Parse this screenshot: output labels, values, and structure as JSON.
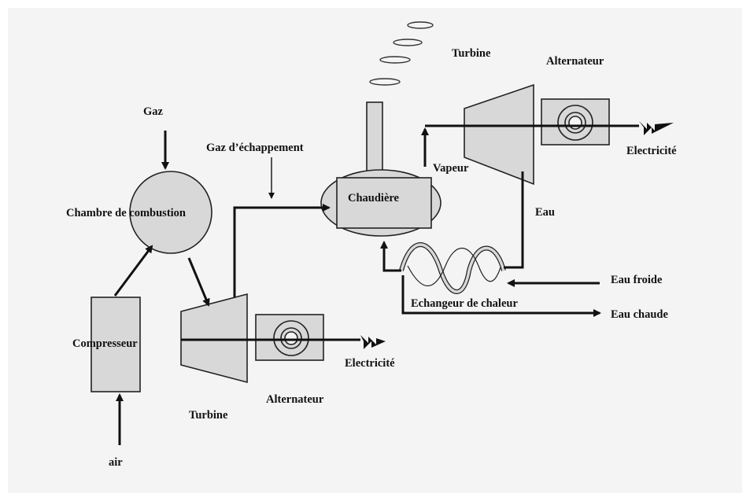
{
  "labels": {
    "gaz": "Gaz",
    "chambre": "Chambre de combustion",
    "gaz_echappement": "Gaz d’échappement",
    "compresseur": "Compresseur",
    "air": "air",
    "turbine_gaz": "Turbine",
    "alternateur_bas": "Alternateur",
    "electricite_bas": "Electricité",
    "chaudiere": "Chaudière",
    "vapeur": "Vapeur",
    "turbine_vapeur": "Turbine",
    "alternateur_haut": "Alternateur",
    "electricite_haut": "Electricité",
    "eau": "Eau",
    "eau_froide": "Eau froide",
    "echangeur": "Echangeur de chaleur",
    "eau_chaude": "Eau chaude"
  },
  "colors": {
    "component_fill": "#d8d8d8",
    "line": "#111111",
    "paper": "#f4f4f4"
  }
}
